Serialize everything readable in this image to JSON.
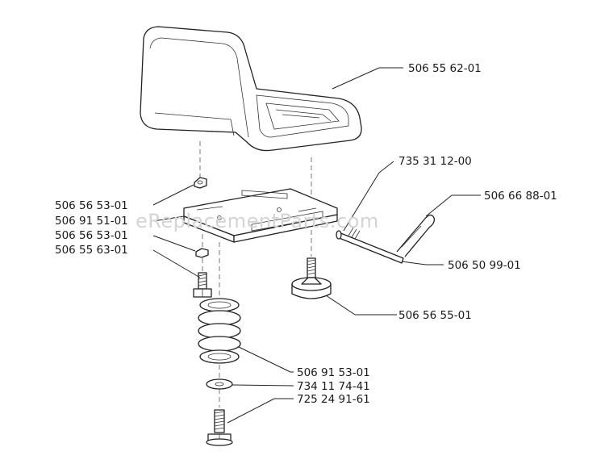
{
  "watermark": "eReplacementParts.com",
  "labels": {
    "seat": "506 55 62-01",
    "pin": "735 31 12-00",
    "clip": "506 66 88-01",
    "nut_top": "506 56 53-01",
    "bracket": "506 91 51-01",
    "nut_mid": "506 56 53-01",
    "bolt_small": "506 55 63-01",
    "rod": "506 50 99-01",
    "knob": "506 56 55-01",
    "spring": "506 91 53-01",
    "washer": "734 11 74-41",
    "bolt_bottom": "725 24 91-61"
  }
}
